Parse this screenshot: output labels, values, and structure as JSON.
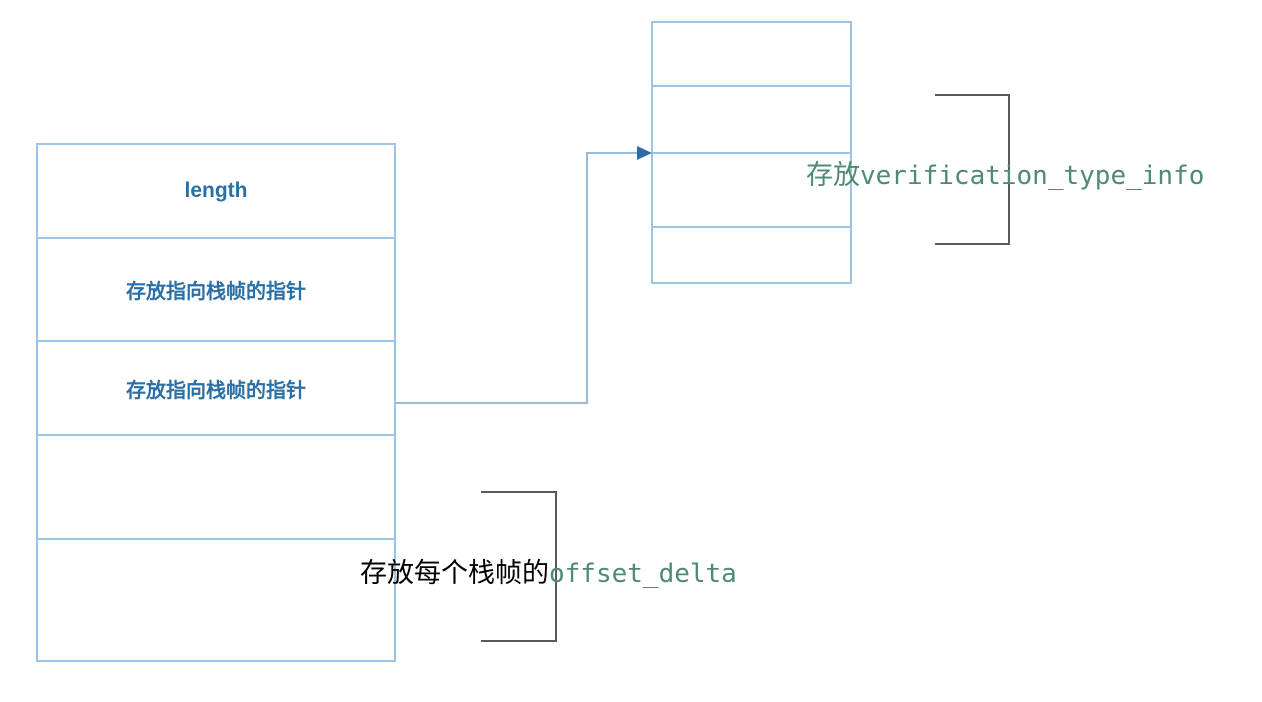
{
  "diagram": {
    "background": "#ffffff",
    "left_table": {
      "border_color": "#9dc3e6",
      "text_color": "#2a70a6",
      "rows": [
        {
          "label": "length"
        },
        {
          "label": "存放指向栈帧的指针"
        },
        {
          "label": "存放指向栈帧的指针"
        },
        {
          "label": ""
        },
        {
          "label": ""
        }
      ]
    },
    "right_table": {
      "border_color": "#9dc3e6",
      "rows": [
        {
          "label": ""
        },
        {
          "label": ""
        },
        {
          "label": ""
        },
        {
          "label": ""
        }
      ]
    },
    "connector": {
      "line_color": "#97bbd8",
      "arrow_color": "#2e6da4",
      "from": "left-table-row-3",
      "to": "right-table-row-3"
    },
    "brackets": {
      "color": "#595959"
    },
    "annotations": {
      "verification_note": {
        "prefix": "存放",
        "code": "verification_type_info",
        "color": "#4f8b72"
      },
      "offset_note": {
        "prefix": "存放每个栈帧的",
        "code": "offset_delta",
        "prefix_color": "#000000",
        "code_color": "#4f8b72"
      }
    }
  }
}
